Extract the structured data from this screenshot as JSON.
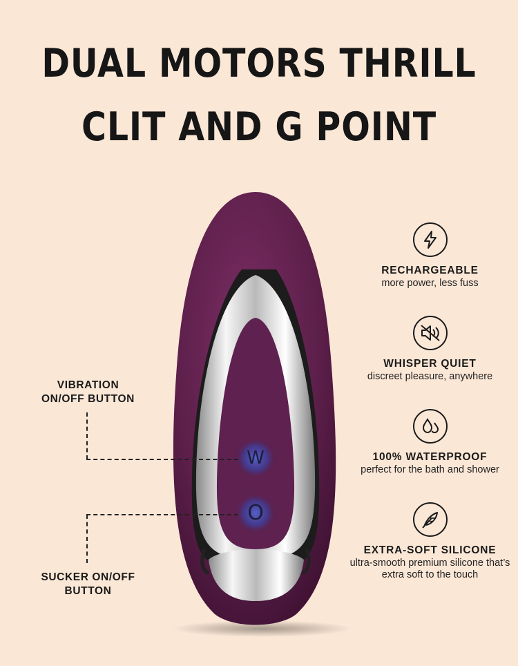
{
  "headline": {
    "line1": "DUAL MOTORS THRILL",
    "line2": "CLIT AND G POINT"
  },
  "device": {
    "body_color": "#5a1f48",
    "chrome_color": "#e6e6e6",
    "button_w": "W",
    "button_o": "O"
  },
  "callouts": {
    "vibration": "VIBRATION\nON/OFF BUTTON",
    "sucker": "SUCKER ON/OFF\nBUTTON"
  },
  "features": [
    {
      "icon": "lightning-icon",
      "title": "RECHARGEABLE",
      "desc": "more power, less fuss"
    },
    {
      "icon": "mute-speaker-icon",
      "title": "WHISPER QUIET",
      "desc": "discreet pleasure, anywhere"
    },
    {
      "icon": "water-drops-icon",
      "title": "100% WATERPROOF",
      "desc": "perfect for the bath and shower"
    },
    {
      "icon": "feather-icon",
      "title": "EXTRA-SOFT SILICONE",
      "desc": "ultra-smooth premium silicone that’s extra soft to the touch"
    }
  ]
}
